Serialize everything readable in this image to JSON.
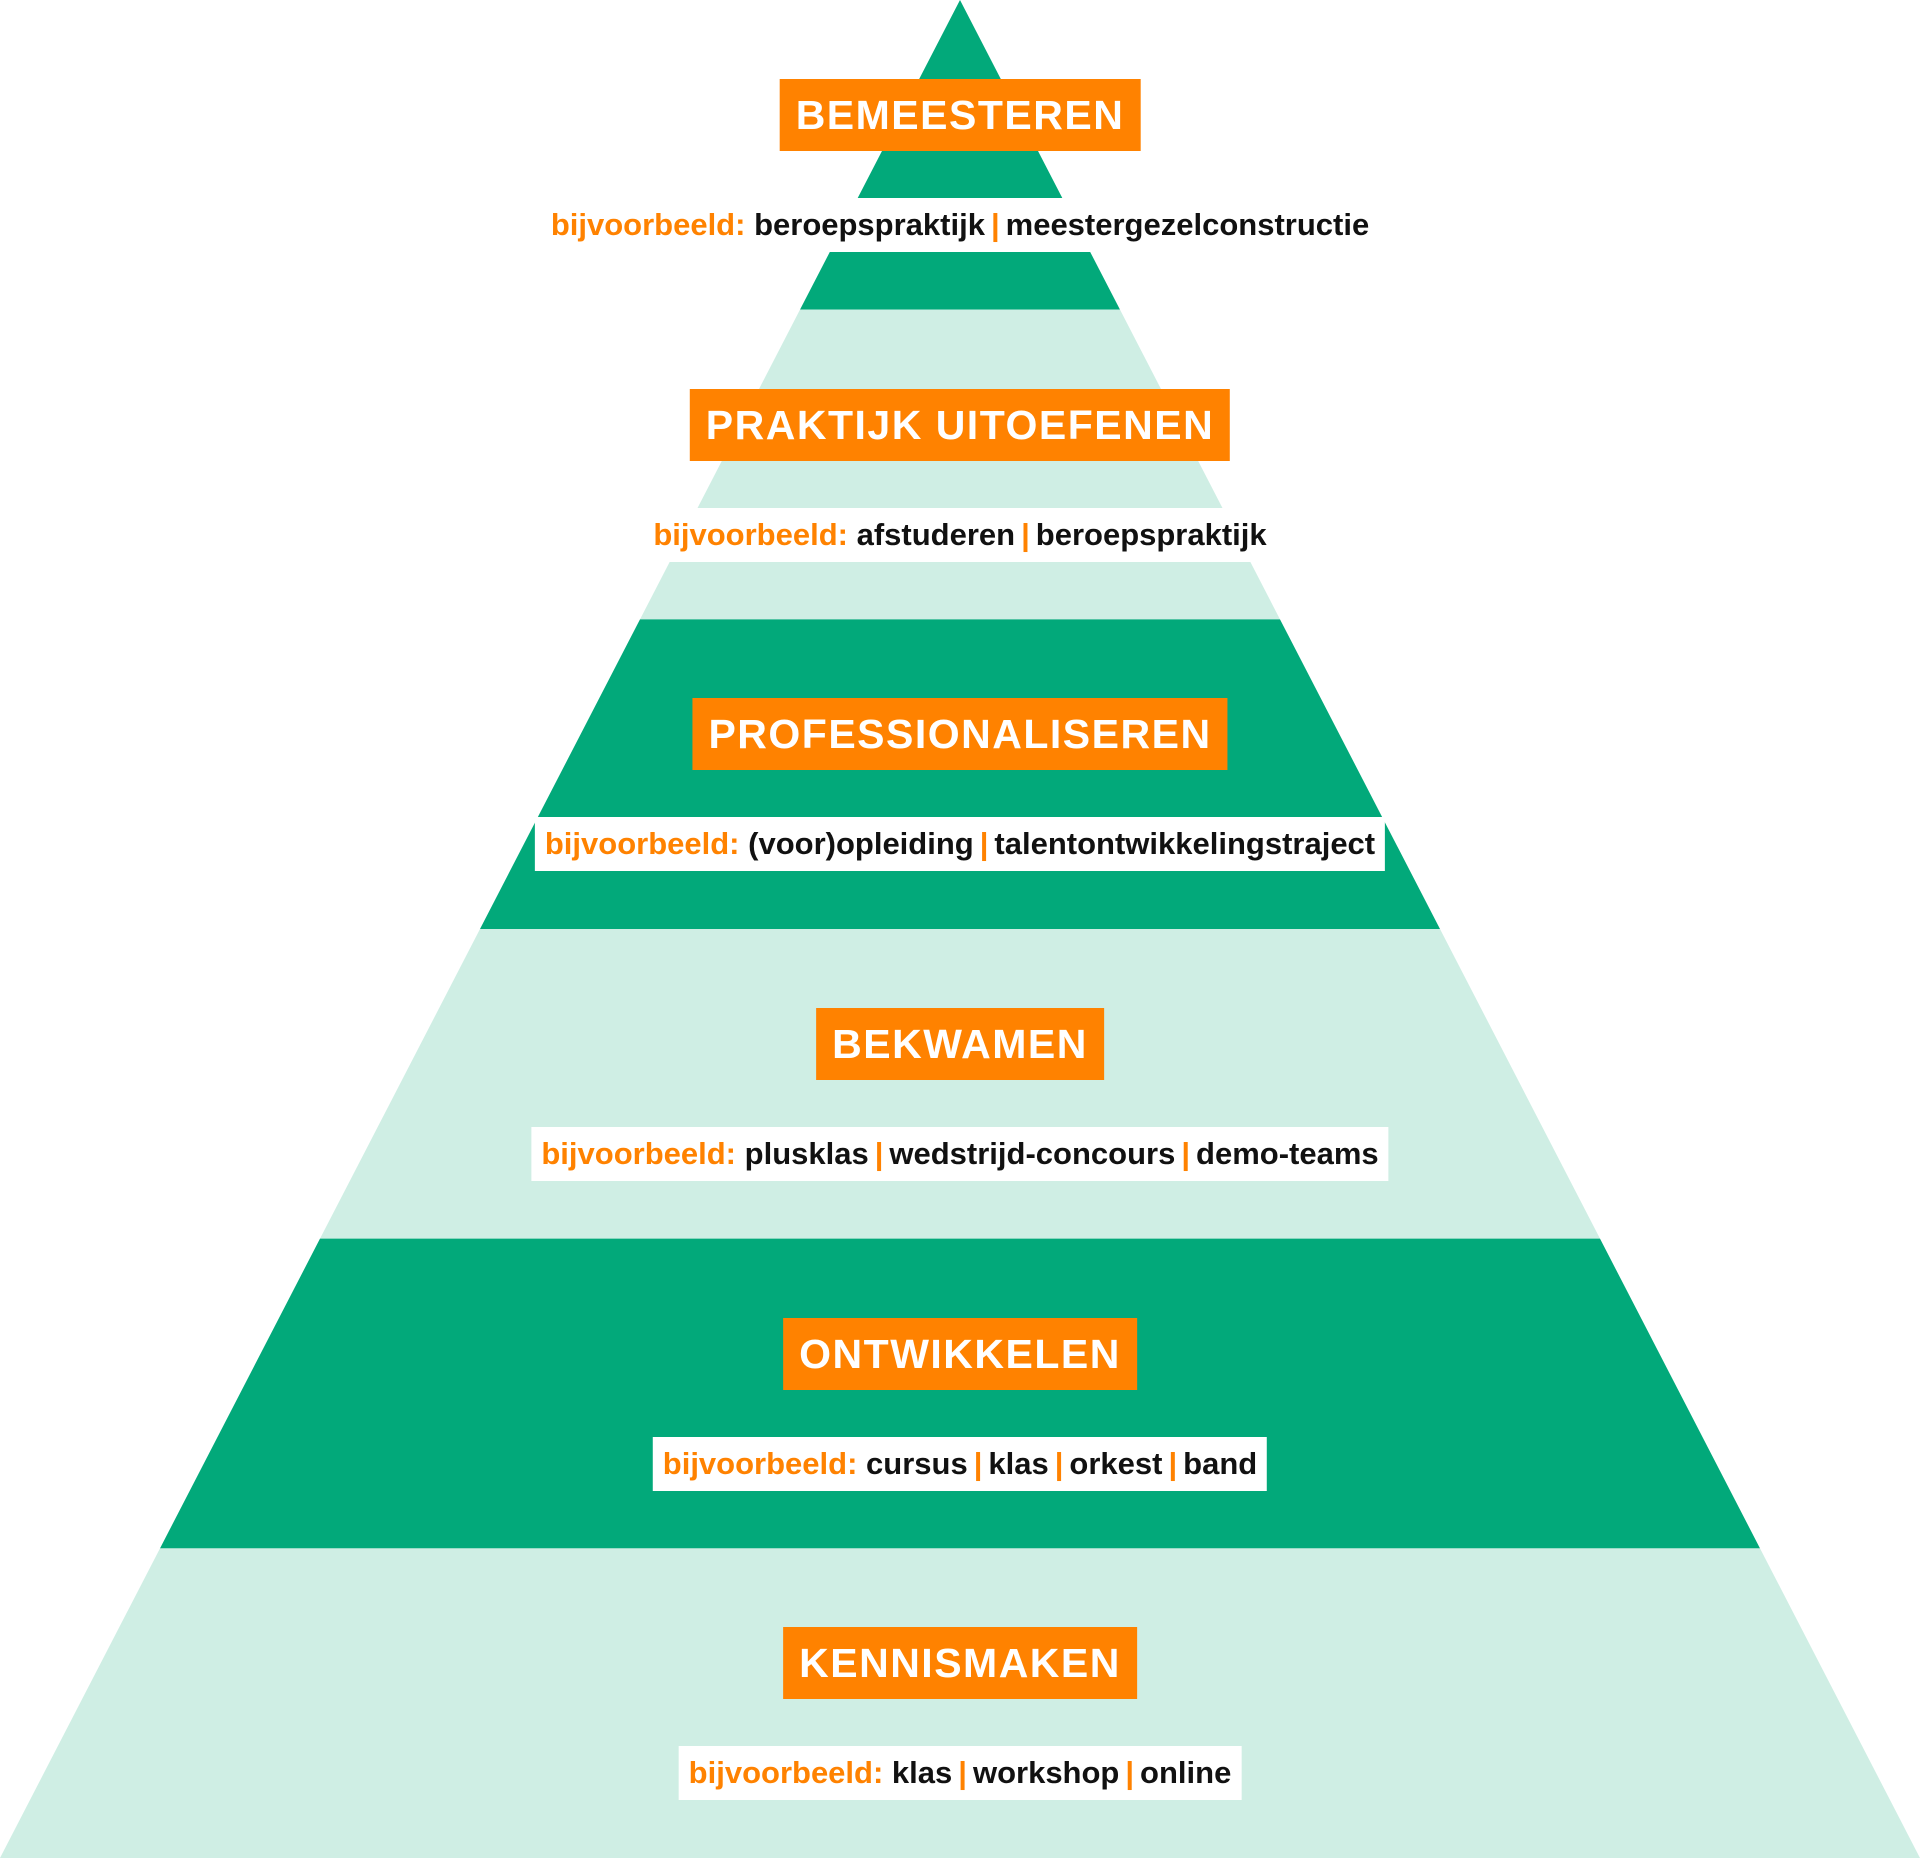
{
  "colors": {
    "dark_green": "#02A97A",
    "light_green": "#CFEEE4",
    "orange": "#FF8200"
  },
  "example_prefix": "bijvoorbeeld:",
  "separator": "|",
  "levels": [
    {
      "label": "BEMEESTEREN",
      "examples": [
        "beroepspraktijk",
        "meestergezelconstructie"
      ]
    },
    {
      "label": "PRAKTIJK UITOEFENEN",
      "examples": [
        "afstuderen",
        "beroepspraktijk"
      ]
    },
    {
      "label": "PROFESSIONALISEREN",
      "examples": [
        "(voor)opleiding",
        "talentontwikkelingstraject"
      ]
    },
    {
      "label": "BEKWAMEN",
      "examples": [
        "plusklas",
        "wedstrijd-concours",
        "demo-teams"
      ]
    },
    {
      "label": "ONTWIKKELEN",
      "examples": [
        "cursus",
        "klas",
        "orkest",
        "band"
      ]
    },
    {
      "label": "KENNISMAKEN",
      "examples": [
        "klas",
        "workshop",
        "online"
      ]
    }
  ]
}
